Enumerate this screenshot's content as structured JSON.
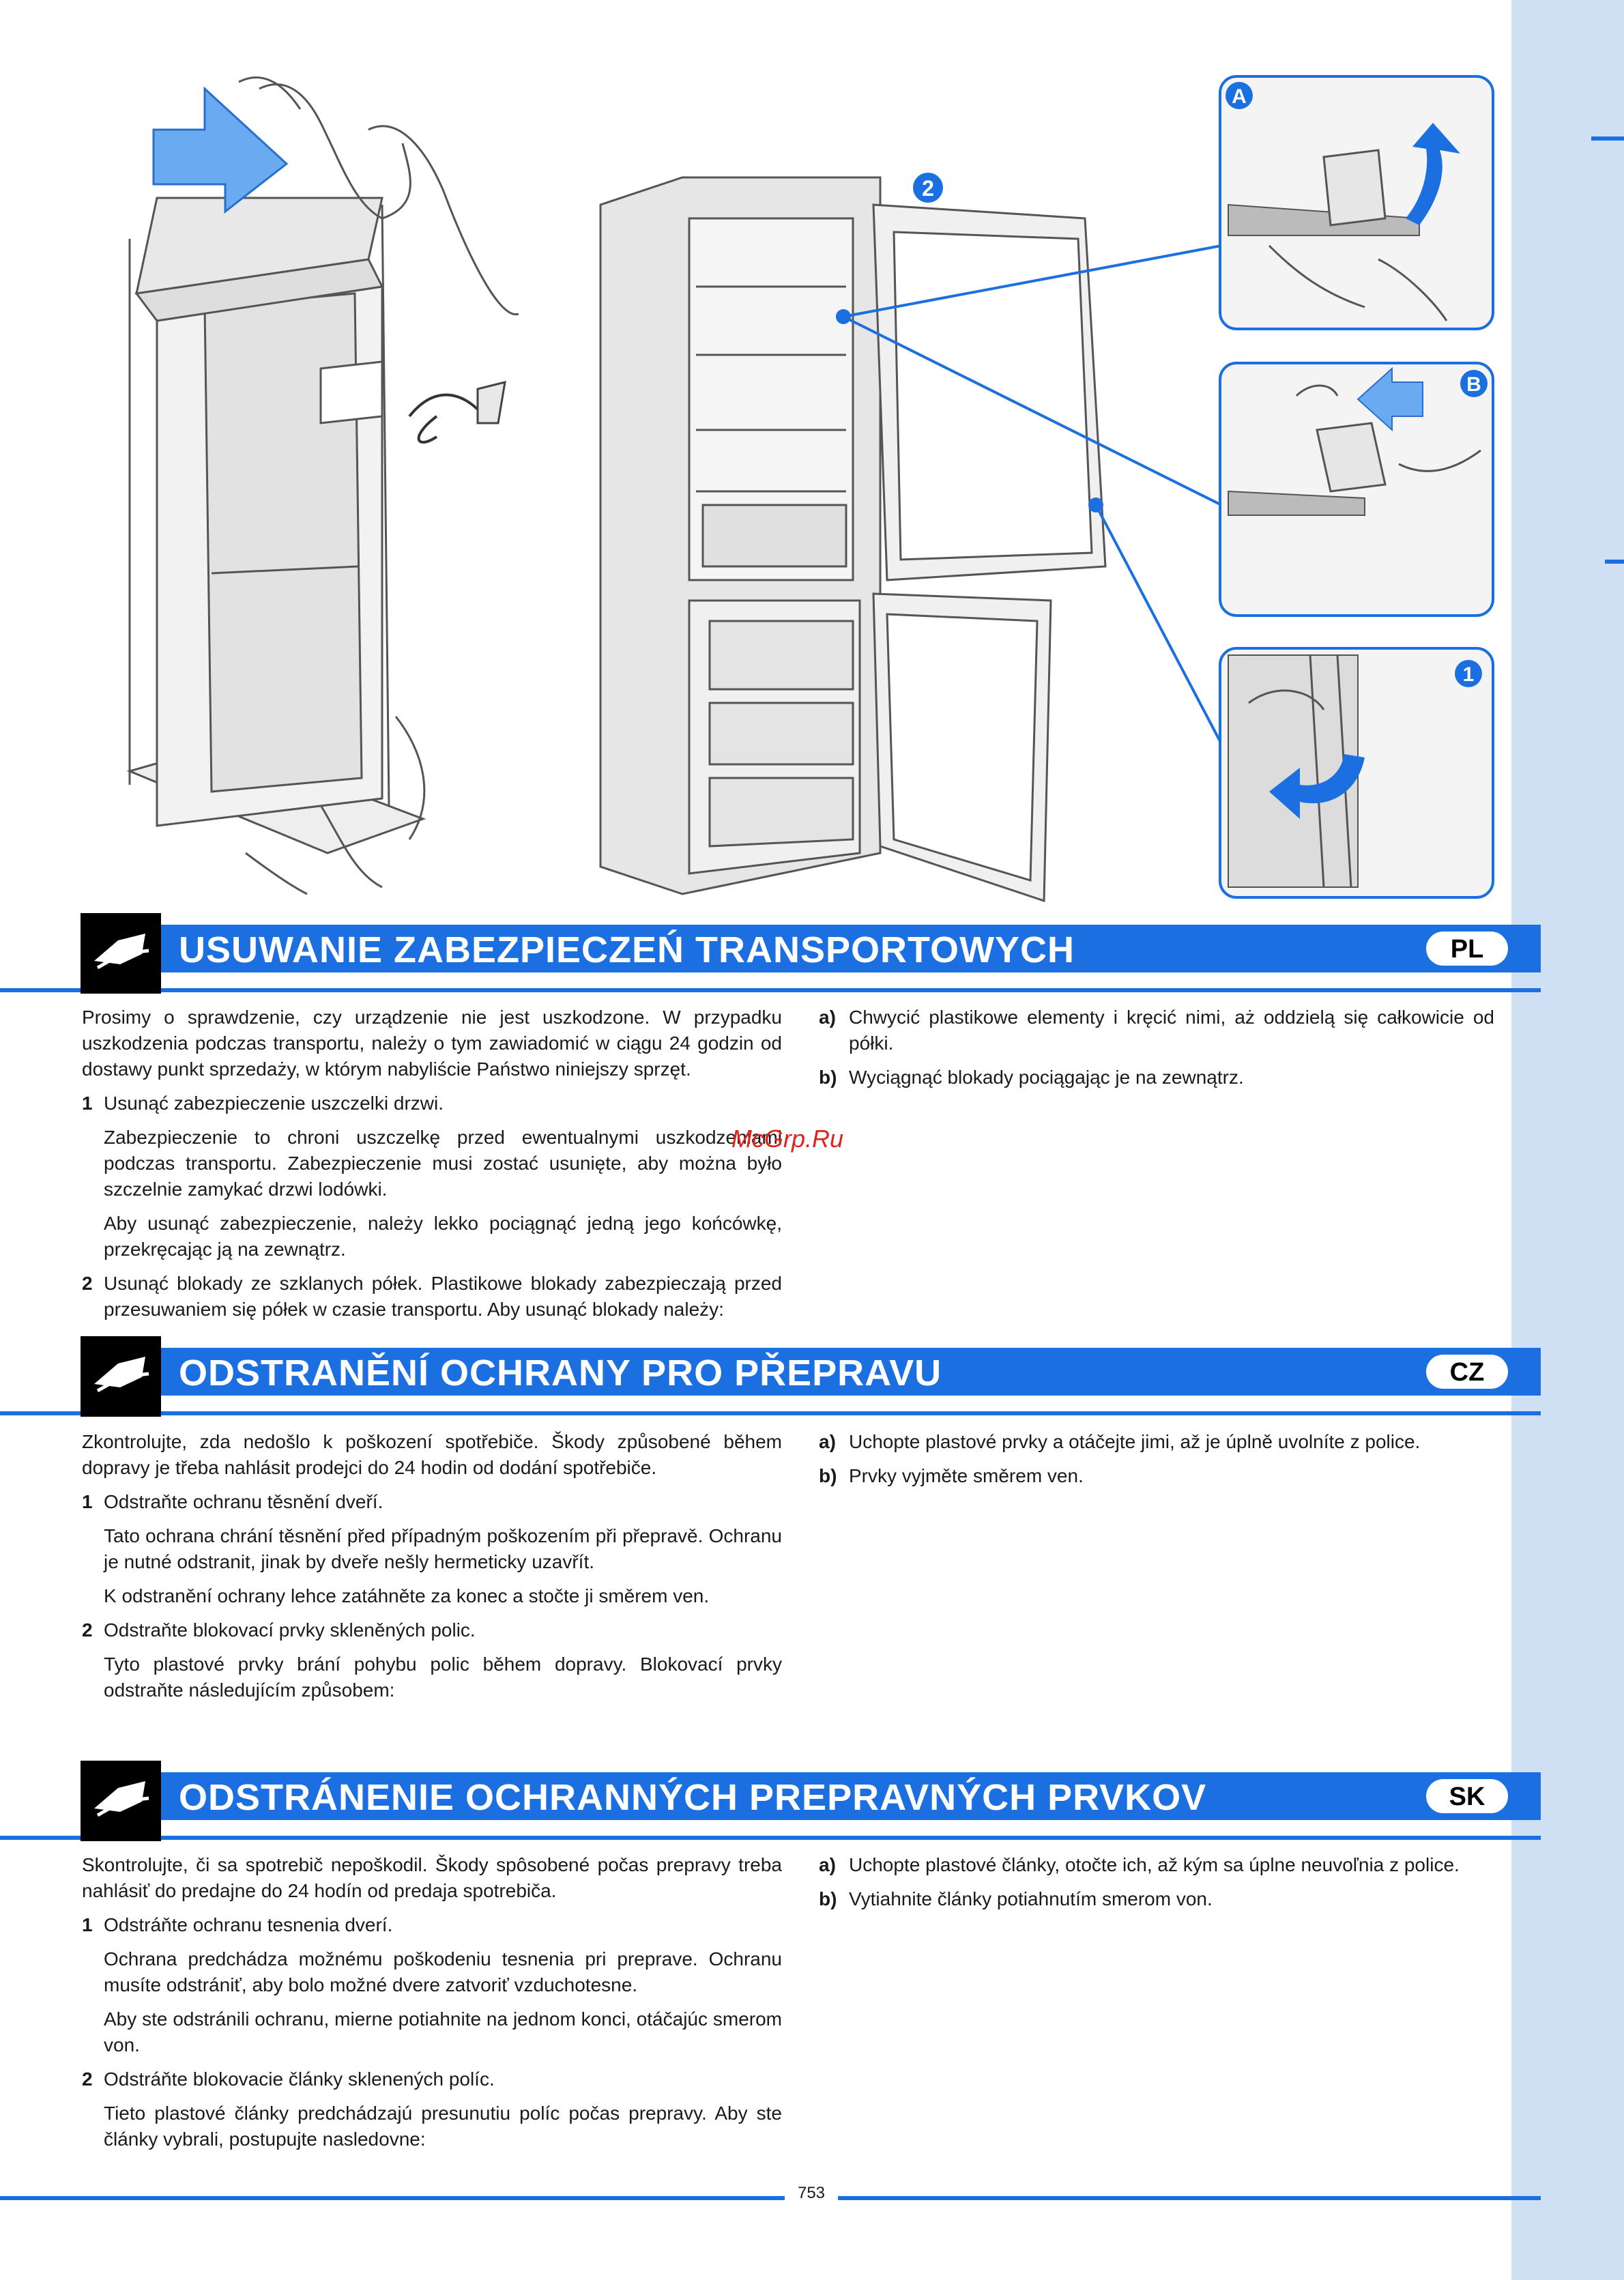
{
  "illustration": {
    "callouts": [
      "A",
      "B",
      "1",
      "2"
    ],
    "colors": {
      "accent": "#1c6fe0",
      "arrow": "#4a90e2",
      "panel_border": "#1c6fe0"
    }
  },
  "sections": [
    {
      "lang": "PL",
      "title": "USUWANIE ZABEZPIECZEŃ TRANSPORTOWYCH",
      "intro": "Prosimy o sprawdzenie, czy urządzenie nie jest uszkodzone. W przypadku uszkodzenia podczas transportu, należy o tym zawiadomić w ciągu 24 godzin od dostawy punkt sprzedaży, w którym nabyliście Państwo niniejszy sprzęt.",
      "step1": "Usunąć zabezpieczenie uszczelki drzwi.",
      "step1_p1": "Zabezpieczenie to chroni uszczelkę przed ewentualnymi uszkodzeniami podczas transportu. Zabezpieczenie musi zostać usunięte, aby można było szczelnie zamykać drzwi lodówki.",
      "step1_p2": "Aby usunąć zabezpieczenie, należy lekko pociągnąć jedną jego końcówkę, przekręcając ją na zewnątrz.",
      "step2": "Usunąć blokady ze szklanych półek. Plastikowe blokady zabezpieczają przed przesuwaniem się półek w czasie transportu. Aby usunąć blokady należy:",
      "step2_p": "",
      "a": "Chwycić plastikowe elementy i kręcić nimi, aż oddzielą się całkowicie od półki.",
      "b": "Wyciągnąć blokady pociągając je na zewnątrz."
    },
    {
      "lang": "CZ",
      "title": "ODSTRANĚNÍ OCHRANY PRO PŘEPRAVU",
      "intro": "Zkontrolujte, zda nedošlo k poškození spotřebiče. Škody způsobené během dopravy je třeba nahlásit prodejci do 24 hodin od dodání spotřebiče.",
      "step1": "Odstraňte ochranu těsnění dveří.",
      "step1_p1": "Tato ochrana chrání těsnění před případným poškozením při přepravě. Ochranu je nutné odstranit, jinak by dveře nešly hermeticky uzavřít.",
      "step1_p2": "K odstranění ochrany lehce zatáhněte za konec a stočte ji směrem ven.",
      "step2": "Odstraňte blokovací prvky skleněných polic.",
      "step2_p": "Tyto plastové prvky brání pohybu polic během dopravy. Blokovací prvky odstraňte následujícím způsobem:",
      "a": "Uchopte plastové prvky a otáčejte jimi, až je úplně uvolníte z police.",
      "b": "Prvky vyjměte směrem ven."
    },
    {
      "lang": "SK",
      "title": "ODSTRÁNENIE OCHRANNÝCH PREPRAVNÝCH  PRVKOV",
      "intro": "Skontrolujte, či sa spotrebič nepoškodil. Škody spôsobené počas prepravy treba nahlásiť do predajne do 24 hodín od predaja spotrebiča.",
      "step1": "Odstráňte ochranu tesnenia dverí.",
      "step1_p1": "Ochrana predchádza možnému poškodeniu tesnenia pri preprave. Ochranu musíte odstrániť, aby bolo možné dvere zatvoriť vzduchotesne.",
      "step1_p2": "Aby ste odstránili ochranu, mierne potiahnite na jednom konci, otáčajúc smerom von.",
      "step2": "Odstráňte blokovacie články sklenených políc.",
      "step2_p": "Tieto plastové články predchádzajú presunutiu políc počas prepravy. Aby ste články vybrali, postupujte nasledovne:",
      "a": "Uchopte plastové články, otočte ich, až kým sa úplne neuvoľnia z police.",
      "b": "Vytiahnite články potiahnutím smerom von."
    }
  ],
  "labels": {
    "n1": "1",
    "n2": "2",
    "la": "a)",
    "lb": "b)"
  },
  "watermark": "McGrp.Ru",
  "page_number": "753"
}
